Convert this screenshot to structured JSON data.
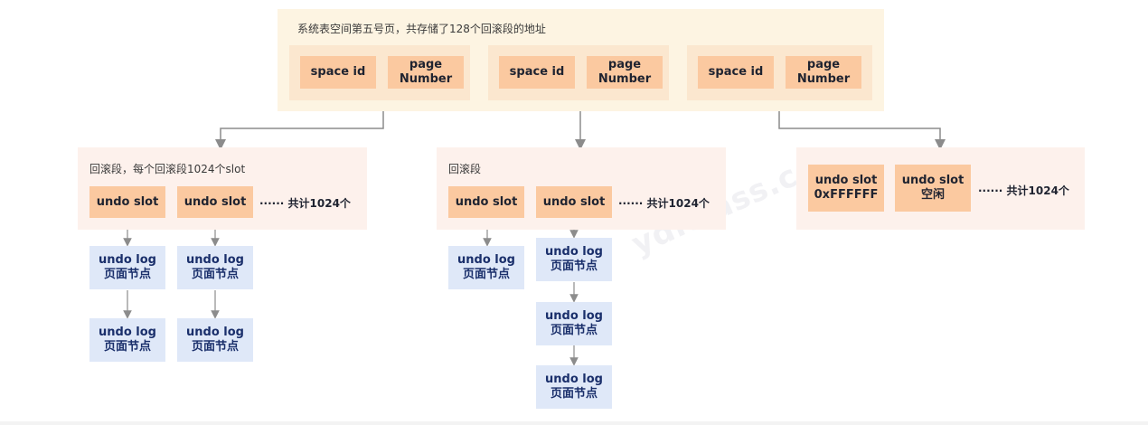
{
  "top_panel": {
    "title": "系统表空间第五号页，共存储了128个回滚段的地址",
    "pairs": [
      {
        "space_id": "space id",
        "page_number_1": "page",
        "page_number_2": "Number"
      },
      {
        "space_id": "space id",
        "page_number_1": "page",
        "page_number_2": "Number"
      },
      {
        "space_id": "space id",
        "page_number_1": "page",
        "page_number_2": "Number"
      }
    ]
  },
  "segments": [
    {
      "title": "回滚段，每个回滚段1024个slot",
      "slots": [
        "undo slot",
        "undo slot"
      ],
      "more": "······  共计1024个",
      "logs": {
        "col1": [
          {
            "l1": "undo log",
            "l2": "页面节点"
          },
          {
            "l1": "undo log",
            "l2": "页面节点"
          }
        ],
        "col2": [
          {
            "l1": "undo log",
            "l2": "页面节点"
          },
          {
            "l1": "undo log",
            "l2": "页面节点"
          }
        ]
      }
    },
    {
      "title": "回滚段",
      "slots": [
        "undo slot",
        "undo slot"
      ],
      "more": "······  共计1024个",
      "logs": {
        "col1": [
          {
            "l1": "undo log",
            "l2": "页面节点"
          }
        ],
        "col2": [
          {
            "l1": "undo log",
            "l2": "页面节点"
          },
          {
            "l1": "undo log",
            "l2": "页面节点"
          },
          {
            "l1": "undo log",
            "l2": "页面节点"
          }
        ]
      }
    },
    {
      "title": "",
      "slots": [
        {
          "l1": "undo slot",
          "l2": "0xFFFFFF"
        },
        {
          "l1": "undo slot",
          "l2": "空闲"
        }
      ],
      "more": "······  共计1024个"
    }
  ],
  "watermark": "ydlclass.com",
  "colors": {
    "top_panel_bg": "#fdf4e2",
    "segment_bg": "#fdf1ec",
    "slot_box": "#fbc9a0",
    "log_box": "#dfe8f8",
    "log_text": "#1a2f6b",
    "arrow": "#8c8c8c"
  }
}
